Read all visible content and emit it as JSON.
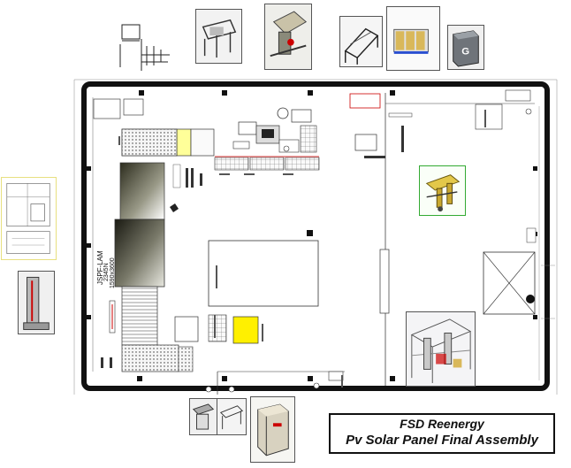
{
  "title_block": {
    "line1": "FSD Reenergy",
    "line2": "Pv Solar Panel Final Assembly"
  },
  "labels": {
    "laminator_line1": "JSPF-LAM",
    "laminator_line2": "2345N",
    "laminator_line3": "1590x3600"
  },
  "colors": {
    "wall": "#111111",
    "highlight_yellow": "#fff000",
    "light_yellow": "#ffff99",
    "red_marker": "#cc0000",
    "green_frame": "#33aa33",
    "blue_accent": "#2a4fd0"
  },
  "thumbnails": [
    {
      "id": "machine-frame-1",
      "icon": "frame-icon"
    },
    {
      "id": "stacker-machine",
      "icon": "machine-icon"
    },
    {
      "id": "conveyor-frame",
      "icon": "frame-icon"
    },
    {
      "id": "rack-blue",
      "icon": "rack-icon"
    },
    {
      "id": "cabinet-g",
      "icon": "cabinet-icon"
    },
    {
      "id": "drawing-sheet",
      "icon": "drawing-icon"
    },
    {
      "id": "vertical-machine",
      "icon": "machine-icon"
    },
    {
      "id": "robot-arm",
      "icon": "robot-icon"
    },
    {
      "id": "gantry-system",
      "icon": "gantry-icon"
    },
    {
      "id": "bottom-machine-1",
      "icon": "machine-icon"
    },
    {
      "id": "bottom-machine-2",
      "icon": "machine-icon"
    },
    {
      "id": "bottom-cabinet",
      "icon": "cabinet-icon"
    }
  ]
}
